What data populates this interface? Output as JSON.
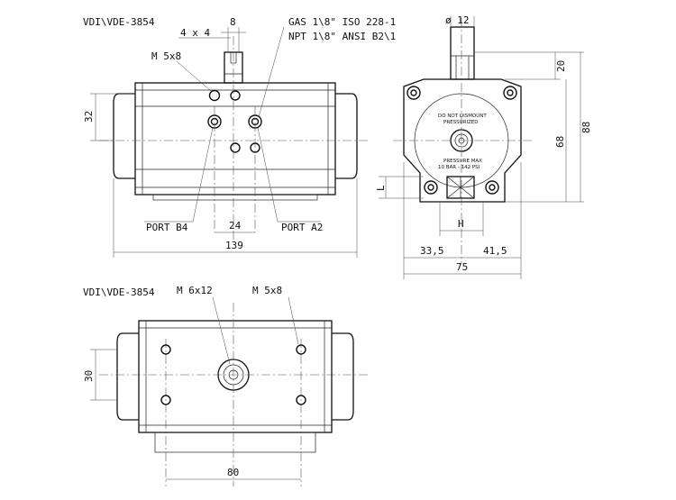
{
  "top_view": {
    "title": "VDI\\VDE-3854",
    "labels": {
      "square": "4 x 4",
      "shaft_width": "8",
      "thread": "M 5x8",
      "gas_line1": "GAS 1\\8\"  ISO 228-1",
      "gas_line2": "NPT 1\\8\"  ANSI B2\\1",
      "dim_height": "32",
      "port_b": "PORT B4",
      "port_a": "PORT A2",
      "dim_port_spacing": "24",
      "dim_length": "139"
    }
  },
  "side_view": {
    "labels": {
      "diameter": "ø 12",
      "dim_shaft": "20",
      "dim_body": "68",
      "dim_total": "88",
      "dim_l": "L",
      "dim_h": "H",
      "dim_left": "33,5",
      "dim_right": "41,5",
      "dim_width": "75",
      "warning_line1": "DO NOT DISMOUNT",
      "warning_line2": "PRESSURIZED",
      "pressure_line1": "PRESSURE MAX",
      "pressure_line2": "10 BAR - 142 PSI"
    }
  },
  "bottom_view": {
    "title": "VDI\\VDE-3854",
    "labels": {
      "thread_center": "M 6x12",
      "thread_side": "M 5x8",
      "dim_height": "30",
      "dim_length": "80"
    }
  }
}
